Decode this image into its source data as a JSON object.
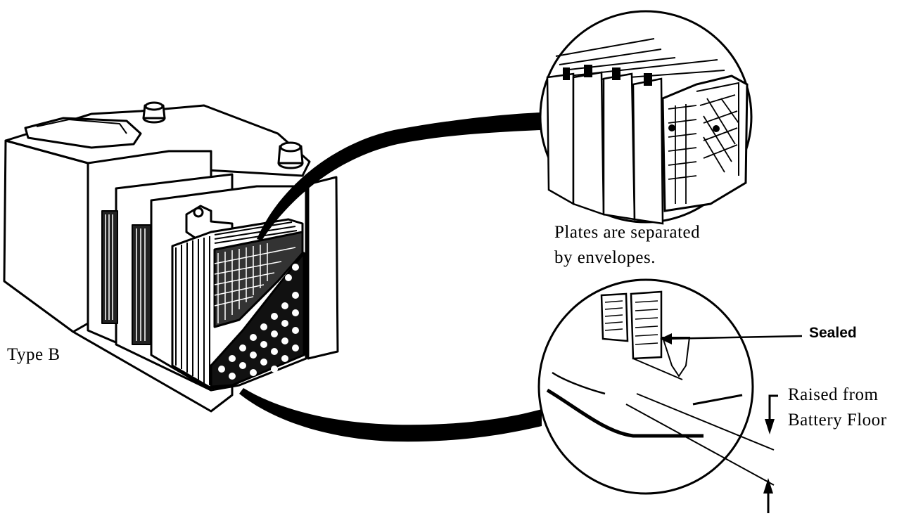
{
  "labels": {
    "type": "Type B",
    "plates_line1": "Plates are separated",
    "plates_line2": "by envelopes.",
    "sealed": "Sealed",
    "raised_line1": "Raised from",
    "raised_line2": "Battery Floor"
  },
  "colors": {
    "ink": "#000000",
    "paper": "#ffffff"
  },
  "icons": [
    "battery-cutaway-illustration",
    "plate-envelope-detail",
    "sealed-bottom-detail",
    "leader-arrow"
  ]
}
